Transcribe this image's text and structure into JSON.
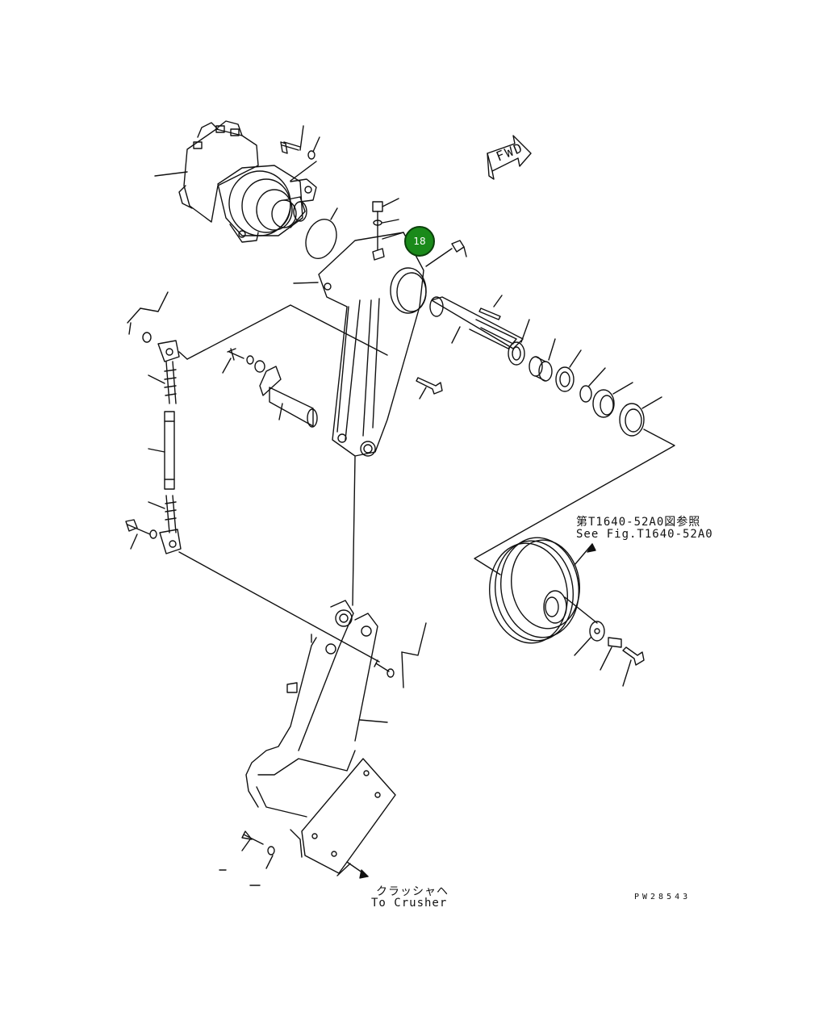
{
  "diagram": {
    "callout_number": "18",
    "reference_note_jp": "第T1640-52A0図参照",
    "reference_note_en": "See Fig.T1640-52A0",
    "destination_jp": "クラッシャヘ",
    "destination_en": "To Crusher",
    "forward_indicator": "FWD",
    "drawing_number": "PW28543",
    "callout_color": "#1a8a1a"
  }
}
